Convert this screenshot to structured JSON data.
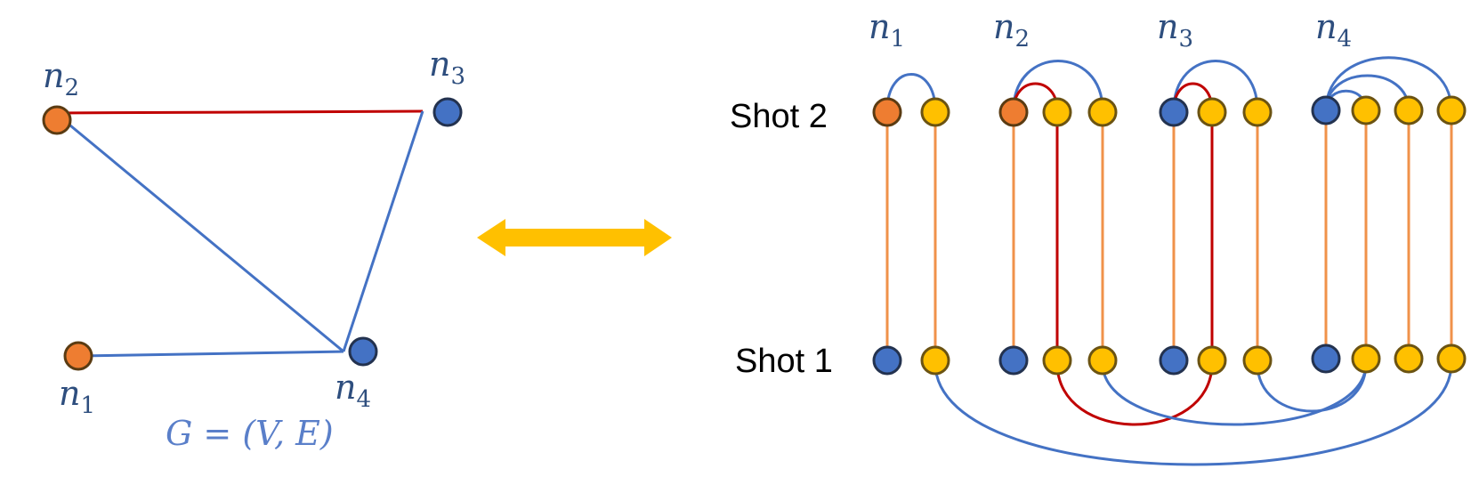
{
  "colors": {
    "orange_node": "#ee7d31",
    "yellow_node": "#ffc000",
    "blue_node": "#4472c4",
    "node_outline": "#5a3b12",
    "blue_edge": "#4472c4",
    "red_edge": "#c00000",
    "orange_edge": "#f0924a",
    "arrow": "#ffc000",
    "label_navy": "#2e4e7e",
    "formula_blue": "#5a7fc9"
  },
  "graph": {
    "labels": {
      "n1": {
        "base": "n",
        "sub": "1"
      },
      "n2": {
        "base": "n",
        "sub": "2"
      },
      "n3": {
        "base": "n",
        "sub": "3"
      },
      "n4": {
        "base": "n",
        "sub": "4"
      }
    },
    "formula": "G = (V, E)"
  },
  "circuit": {
    "shot2_label": "Shot 2",
    "shot1_label": "Shot 1",
    "group_labels": [
      {
        "base": "n",
        "sub": "1"
      },
      {
        "base": "n",
        "sub": "2"
      },
      {
        "base": "n",
        "sub": "3"
      },
      {
        "base": "n",
        "sub": "4"
      }
    ]
  },
  "arrow": {
    "icon": "double-headed-arrow-icon"
  }
}
